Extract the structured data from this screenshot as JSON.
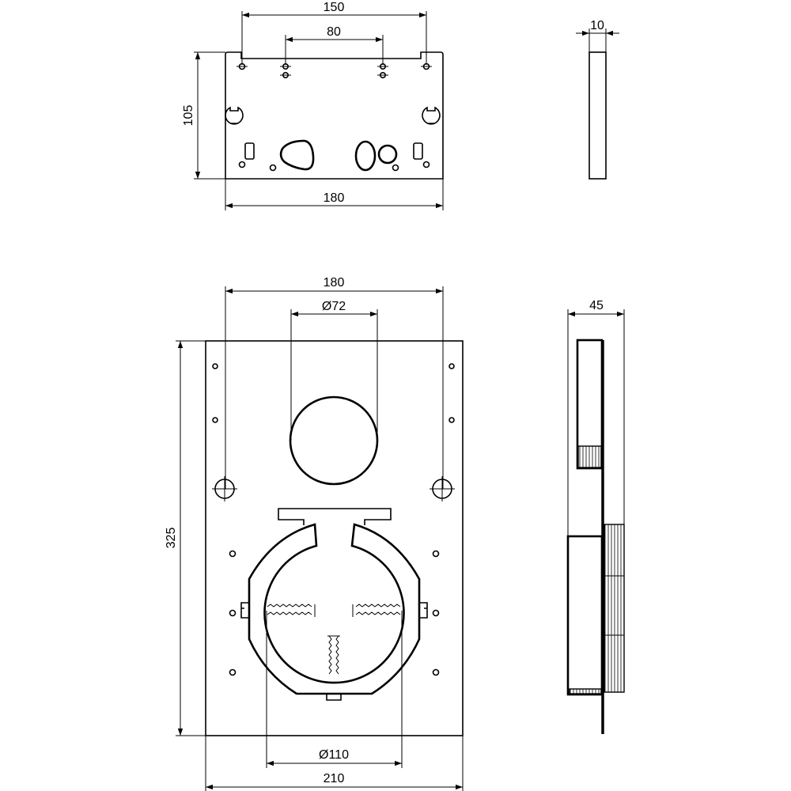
{
  "top_view": {
    "dim_width_outer": "150",
    "dim_width_inner": "80",
    "dim_height": "105",
    "dim_total_width": "180",
    "side_thickness": "10"
  },
  "front_view": {
    "dim_width": "180",
    "dim_pipe_top": "Ø72",
    "dim_height": "325",
    "dim_pipe_bottom": "Ø110",
    "dim_total_width": "210",
    "side_depth": "45"
  },
  "colors": {
    "line": "#000000",
    "background": "#ffffff"
  }
}
